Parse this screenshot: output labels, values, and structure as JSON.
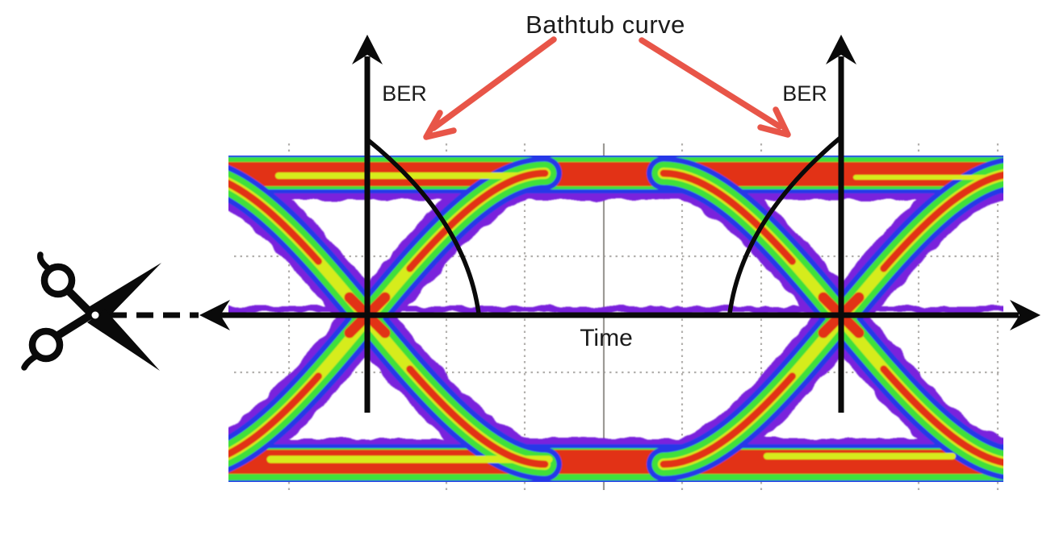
{
  "figure": {
    "title": "Bathtub curve",
    "y_axis_label_left": "BER",
    "y_axis_label_right": "BER",
    "x_axis_label": "Time"
  },
  "icons": {
    "scissors": "scissors-icon",
    "arrow_up": "up-arrowhead-icon",
    "arrow_right": "right-arrowhead-icon",
    "arrow_left": "left-arrowhead-icon"
  },
  "colors": {
    "text": "#1B1B1B",
    "axis": "#0A0A0A",
    "annotation_arrow": "#E85548",
    "grid": "#B3B1AE",
    "grid_center": "#9C9A96",
    "eye_purple": "#7A23DC",
    "eye_blue": "#2637E8",
    "eye_green": "#3FE03A",
    "eye_yellow": "#D6EC1E",
    "eye_red": "#E23014"
  }
}
